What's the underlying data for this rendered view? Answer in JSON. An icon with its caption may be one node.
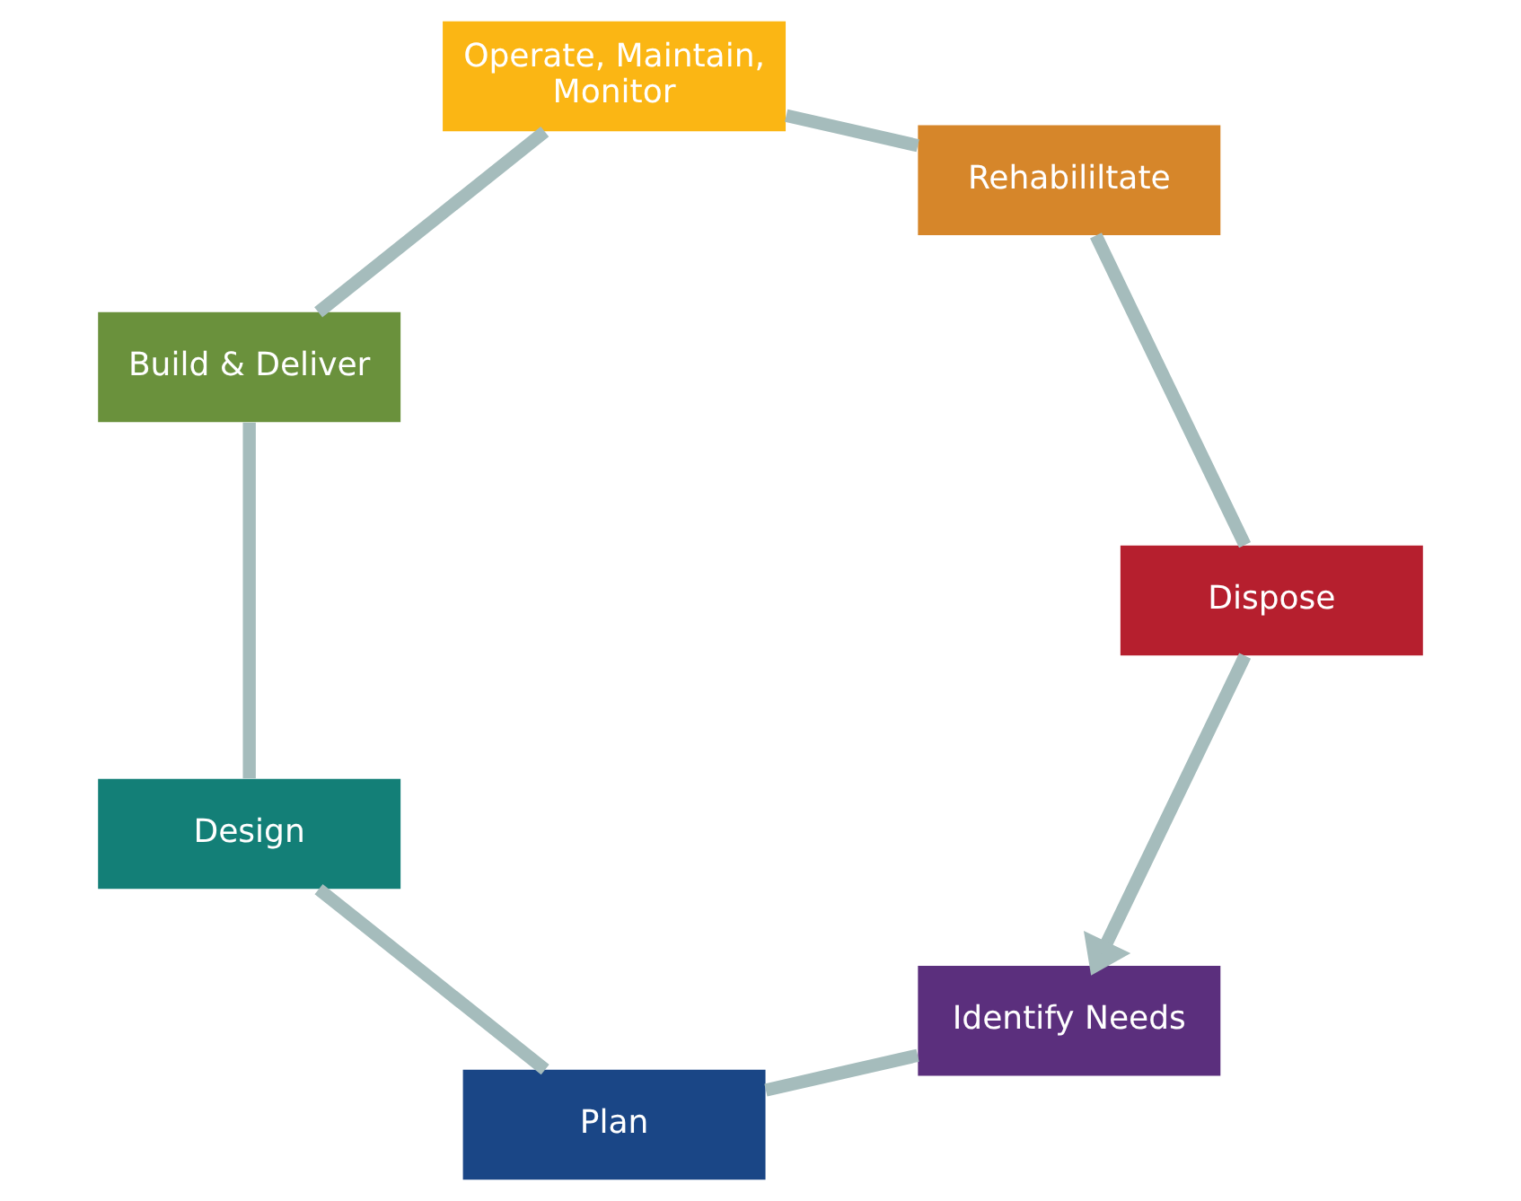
{
  "diagram": {
    "nodes": [
      {
        "text": [
          "Identify Needs"
        ]
      },
      {
        "text": [
          "Plan"
        ]
      },
      {
        "text": [
          "Design"
        ]
      },
      {
        "text": [
          "Build & Deliver"
        ]
      },
      {
        "text": [
          "Operate, Maintain, Monitor"
        ]
      },
      {
        "text": [
          "Rehabililtate"
        ]
      },
      {
        "text": [
          "Dispose"
        ]
      }
    ],
    "edges": [
      {
        "from": 0,
        "to": 1,
        "arrow": "none"
      },
      {
        "from": 1,
        "to": 2,
        "arrow": "none"
      },
      {
        "from": 2,
        "to": 3,
        "arrow": "none"
      },
      {
        "from": 3,
        "to": 4,
        "arrow": "none"
      },
      {
        "from": 4,
        "to": 5,
        "arrow": "none"
      },
      {
        "from": 5,
        "to": 6,
        "arrow": "none"
      },
      {
        "from": 6,
        "to": 0,
        "arrow": "to"
      }
    ]
  }
}
